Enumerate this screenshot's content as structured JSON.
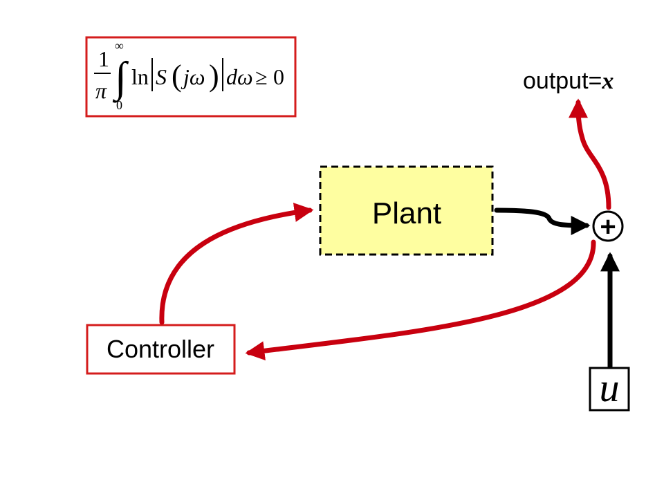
{
  "diagram": {
    "equation": {
      "frac_num": "1",
      "frac_den": "π",
      "upper_limit": "∞",
      "lower_limit": "0",
      "integrand": "ln",
      "s_func": "S",
      "lparen": "(",
      "arg": "jω",
      "rparen": ")",
      "differential": "dω",
      "relation": "≥",
      "rhs": "0"
    },
    "output_prefix": "output=",
    "output_var": "x",
    "plant_label": "Plant",
    "controller_label": "Controller",
    "sum_symbol": "+",
    "input_label": "u",
    "colors": {
      "feedback": "#c8000f",
      "signal": "#000000",
      "plant_fill": "#fefea0",
      "controller_border": "#d41c1c",
      "equation_border": "#d41c1c"
    }
  }
}
